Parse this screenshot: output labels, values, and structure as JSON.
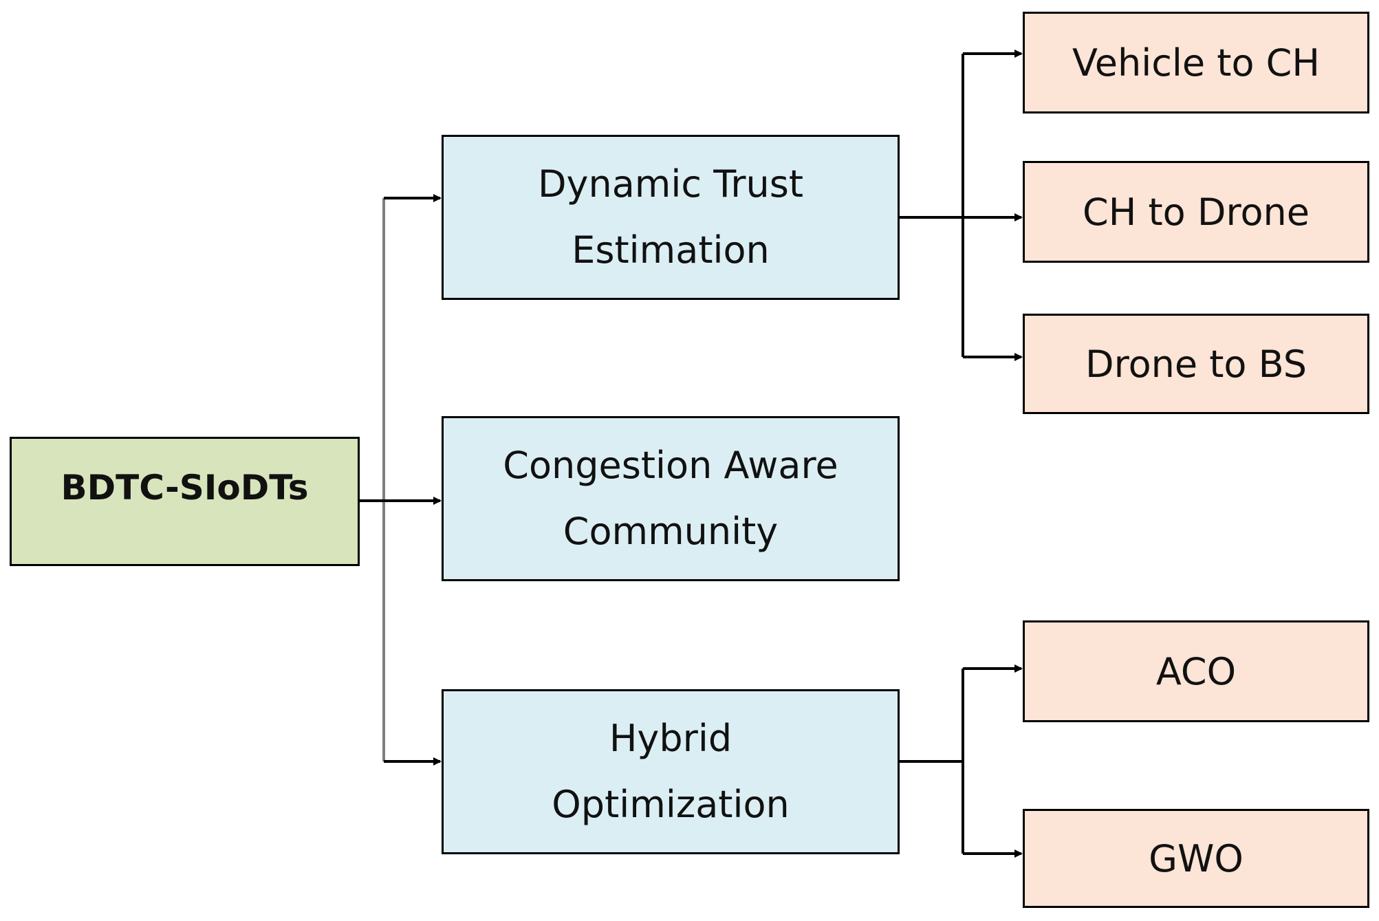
{
  "colors": {
    "root_fill": "#d8e4bc",
    "mid_fill": "#dbeef4",
    "leaf_fill": "#fce4d6",
    "border": "#000000",
    "connector_dark": "#000000",
    "connector_gray": "#7f7f7f"
  },
  "diagram": {
    "root": {
      "label": "BDTC-SIoDTs"
    },
    "components": [
      {
        "lines": [
          "Dynamic Trust",
          "Estimation"
        ],
        "children": [
          "Vehicle to CH",
          "CH to Drone",
          "Drone to BS"
        ]
      },
      {
        "lines": [
          "Congestion Aware",
          "Community"
        ],
        "children": []
      },
      {
        "lines": [
          "Hybrid",
          "Optimization"
        ],
        "children": [
          "ACO",
          "GWO"
        ]
      }
    ]
  }
}
